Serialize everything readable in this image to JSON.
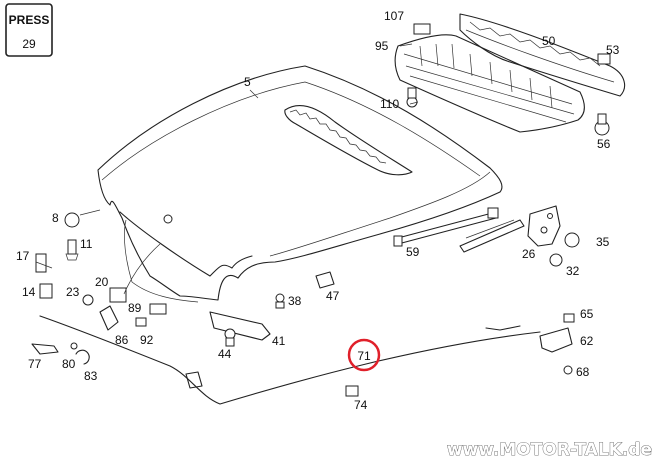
{
  "press_box": {
    "title": "PRESS",
    "number": "29"
  },
  "labels": {
    "l5": "5",
    "l8": "8",
    "l11": "11",
    "l14": "14",
    "l17": "17",
    "l20": "20",
    "l23": "23",
    "l26": "26",
    "l32": "32",
    "l35": "35",
    "l38": "38",
    "l41": "41",
    "l44": "44",
    "l47": "47",
    "l50": "50",
    "l53": "53",
    "l56": "56",
    "l59": "59",
    "l62": "62",
    "l65": "65",
    "l68": "68",
    "l71": "71",
    "l74": "74",
    "l77": "77",
    "l80": "80",
    "l83": "83",
    "l86": "86",
    "l89": "89",
    "l92": "92",
    "l95": "95",
    "l107": "107",
    "l110": "110"
  },
  "highlight": {
    "color": "#e0202a"
  },
  "watermark": {
    "text": "www.MOTOR-TALK.de"
  }
}
